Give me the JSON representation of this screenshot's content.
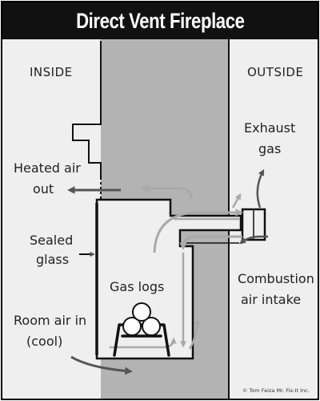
{
  "title": "Direct Vent Fireplace",
  "regions": {
    "inside": "INSIDE",
    "outside": "OUTSIDE"
  },
  "labels": {
    "exhaust_gas": [
      "Exhaust",
      "gas"
    ],
    "heated_air_out": [
      "Heated air",
      "out"
    ],
    "sealed_glass": [
      "Sealed",
      "glass"
    ],
    "gas_logs": "Gas logs",
    "combustion_air_intake": [
      "Combustion",
      "air intake"
    ],
    "room_air_in": [
      "Room air in",
      "(cool)"
    ]
  },
  "copyright": "© Tom Feiza Mr. Fix-It Inc.",
  "colors": {
    "title_bar": "#111111",
    "background": "#efefef",
    "wall": "#b3b3b3",
    "outline": "#111111",
    "dark_arrow": "#555555",
    "light_arrow": "#a9a9a9"
  }
}
